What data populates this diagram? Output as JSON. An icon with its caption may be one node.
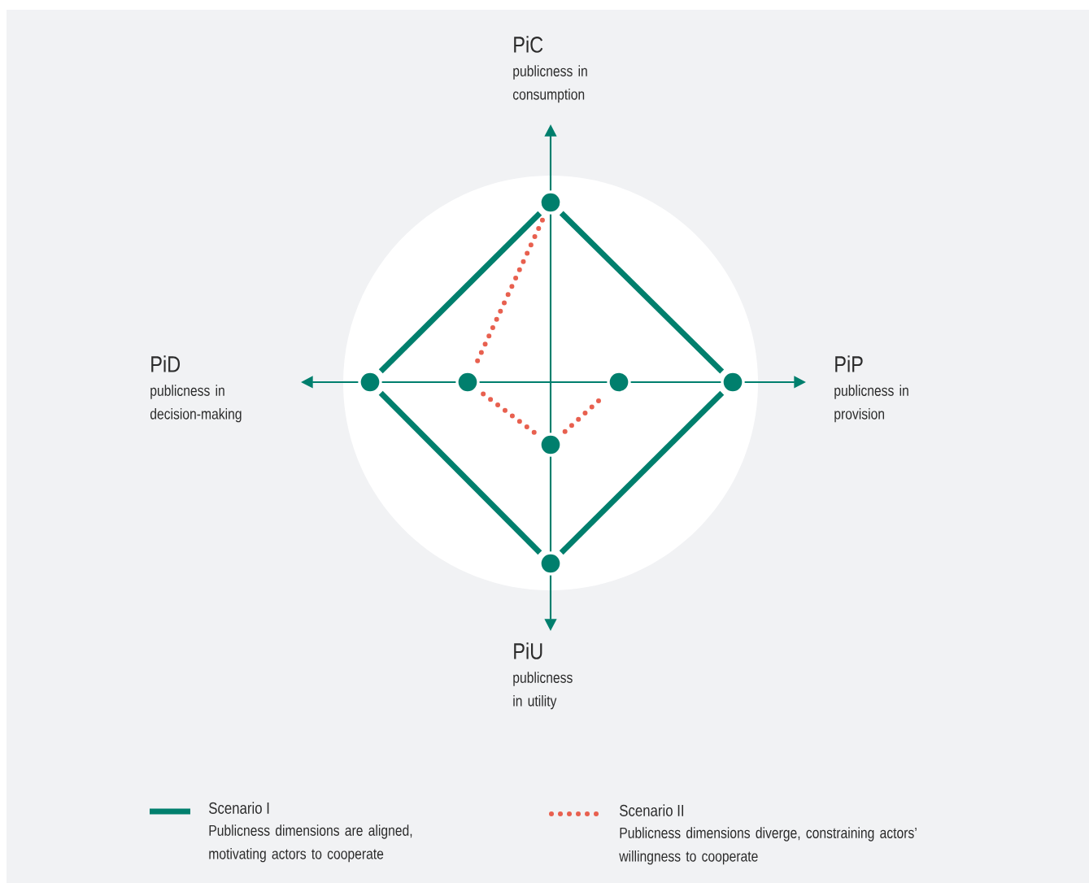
{
  "diagram": {
    "nodes": [
      {
        "text": [],
        "shape": "circle"
      },
      {
        "text": [],
        "shape": "circle"
      },
      {
        "text": [],
        "shape": "circle"
      },
      {
        "text": [],
        "shape": "circle"
      },
      {
        "text": [],
        "shape": "circle"
      },
      {
        "text": [],
        "shape": "circle"
      },
      {
        "text": [],
        "shape": "circle"
      }
    ],
    "edges": [
      {
        "from": 0,
        "to": 1,
        "arrow": "none"
      },
      {
        "from": 0,
        "to": 4,
        "arrow": "none"
      },
      {
        "from": 1,
        "to": 6,
        "arrow": "none"
      },
      {
        "from": 4,
        "to": 6,
        "arrow": "none"
      },
      {
        "from": 0,
        "to": 2,
        "arrow": "none",
        "style": "dashed",
        "color": "#e8604f"
      },
      {
        "from": 2,
        "to": 5,
        "arrow": "none",
        "style": "dashed",
        "color": "#e8604f"
      },
      {
        "from": 5,
        "to": 3,
        "arrow": "none",
        "style": "dashed",
        "color": "#e8604f"
      }
    ],
    "labels": [
      "PiC",
      "publicness in consumption",
      "PiD",
      "publicness in decision-making",
      "PiP",
      "publicness in provision",
      "PiU",
      "publicness in utility",
      "Publicness dimensions are aligned, motivating actors to cooperate",
      "Publicness dimensions diverge, constraining actors’ willingness to cooperate"
    ],
    "legend": [
      {
        "text": "Scenario I"
      },
      {
        "text": "Scenario II"
      }
    ]
  }
}
